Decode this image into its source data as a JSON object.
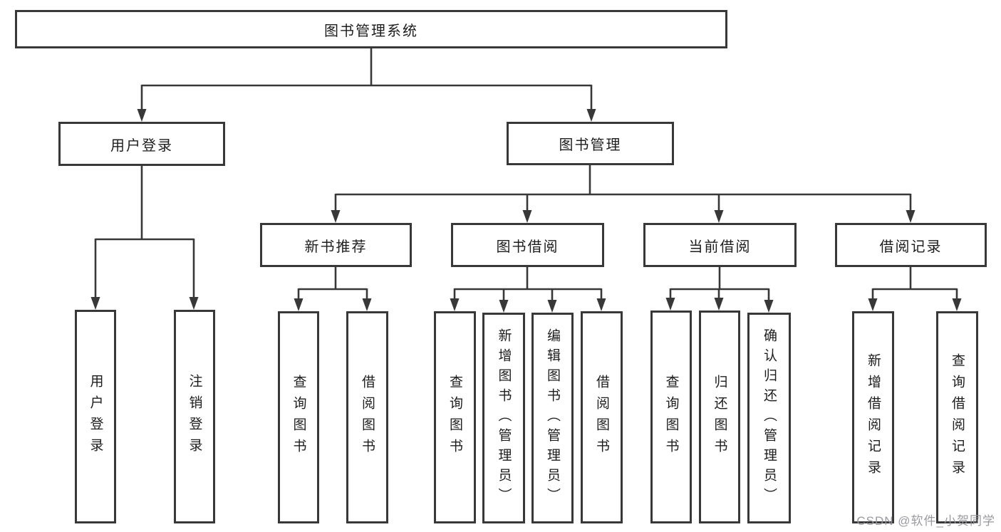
{
  "colors": {
    "line": "#383838",
    "box_border": "#383838",
    "text": "#1d1d1f",
    "background": "#ffffff",
    "watermark": "#94949c"
  },
  "watermark": {
    "text": "CSDN @软件_小贺同学"
  },
  "tree": {
    "root": {
      "label": "图书管理系统"
    },
    "branches": [
      {
        "label": "用户登录",
        "children": [
          {
            "label": "用户登录"
          },
          {
            "label": "注销登录"
          }
        ]
      },
      {
        "label": "图书管理",
        "children": [
          {
            "label": "新书推荐",
            "children": [
              {
                "label": "查询图书"
              },
              {
                "label": "借阅图书"
              }
            ]
          },
          {
            "label": "图书借阅",
            "children": [
              {
                "label": "查询图书"
              },
              {
                "label": "新增图书（管理员）"
              },
              {
                "label": "编辑图书（管理员）"
              },
              {
                "label": "借阅图书"
              }
            ]
          },
          {
            "label": "当前借阅",
            "children": [
              {
                "label": "查询图书"
              },
              {
                "label": "归还图书"
              },
              {
                "label": "确认归还（管理员）"
              }
            ]
          },
          {
            "label": "借阅记录",
            "children": [
              {
                "label": "新增借阅记录"
              },
              {
                "label": "查询借阅记录"
              }
            ]
          }
        ]
      }
    ]
  }
}
